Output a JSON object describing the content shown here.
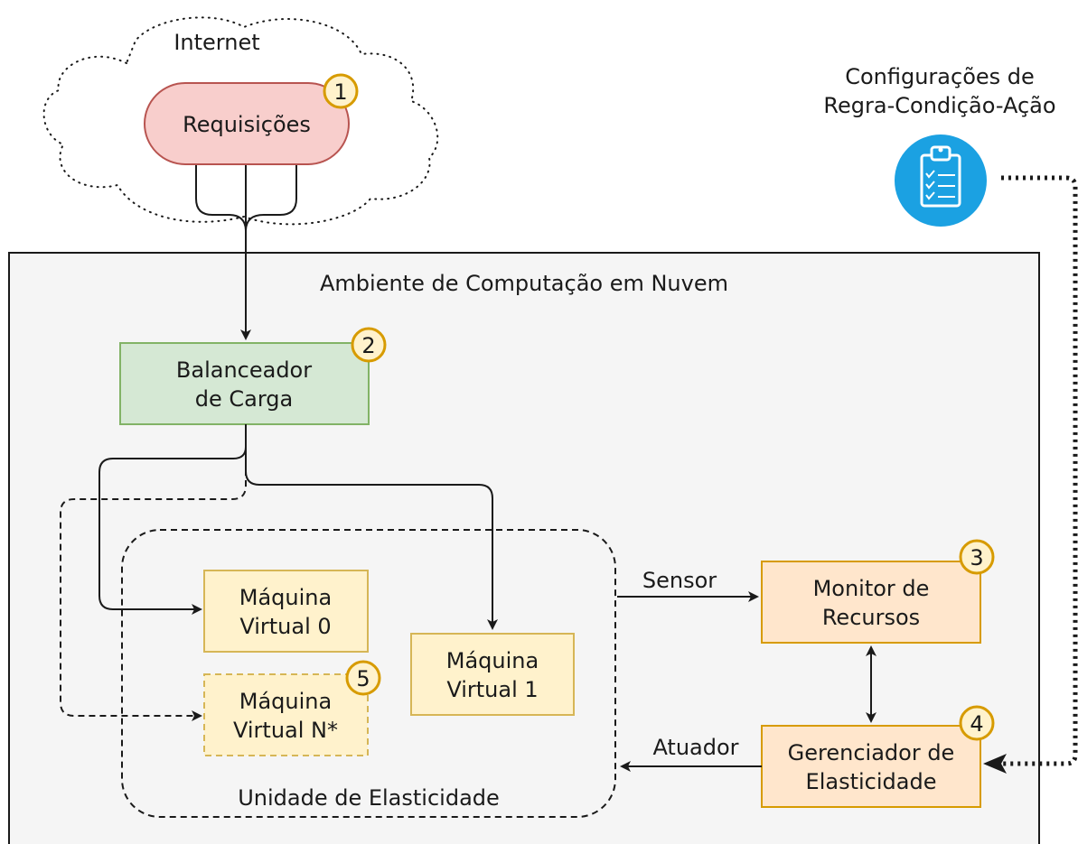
{
  "cloud": {
    "label": "Internet"
  },
  "requests": {
    "label": "Requisições",
    "badge": "1"
  },
  "rules": {
    "line1": "Configurações de",
    "line2": "Regra-Condição-Ação",
    "icon": "clipboard-checklist-icon"
  },
  "environment": {
    "label": "Ambiente de Computação em Nuvem"
  },
  "load_balancer": {
    "line1": "Balanceador",
    "line2": "de Carga",
    "badge": "2"
  },
  "elastic_unit": {
    "label": "Unidade de Elasticidade"
  },
  "vm0": {
    "line1": "Máquina",
    "line2": "Virtual 0"
  },
  "vm1": {
    "line1": "Máquina",
    "line2": "Virtual 1"
  },
  "vmn": {
    "line1": "Máquina",
    "line2": "Virtual N*",
    "badge": "5"
  },
  "monitor": {
    "line1": "Monitor de",
    "line2": "Recursos",
    "badge": "3"
  },
  "manager": {
    "line1": "Gerenciador de",
    "line2": "Elasticidade",
    "badge": "4"
  },
  "edges": {
    "sensor": "Sensor",
    "actuator": "Atuador"
  },
  "colors": {
    "requests_fill": "#f8cecc",
    "requests_stroke": "#b85450",
    "lb_fill": "#d5e8d4",
    "lb_stroke": "#82b366",
    "vm_fill": "#fff2cc",
    "vm_stroke": "#d6b656",
    "orange_fill": "#ffe6cc",
    "orange_stroke": "#d79b00",
    "badge_fill": "#fff2cc",
    "badge_stroke": "#d79b00",
    "env_fill": "#f5f5f5",
    "icon_blue": "#1ba1e2"
  }
}
